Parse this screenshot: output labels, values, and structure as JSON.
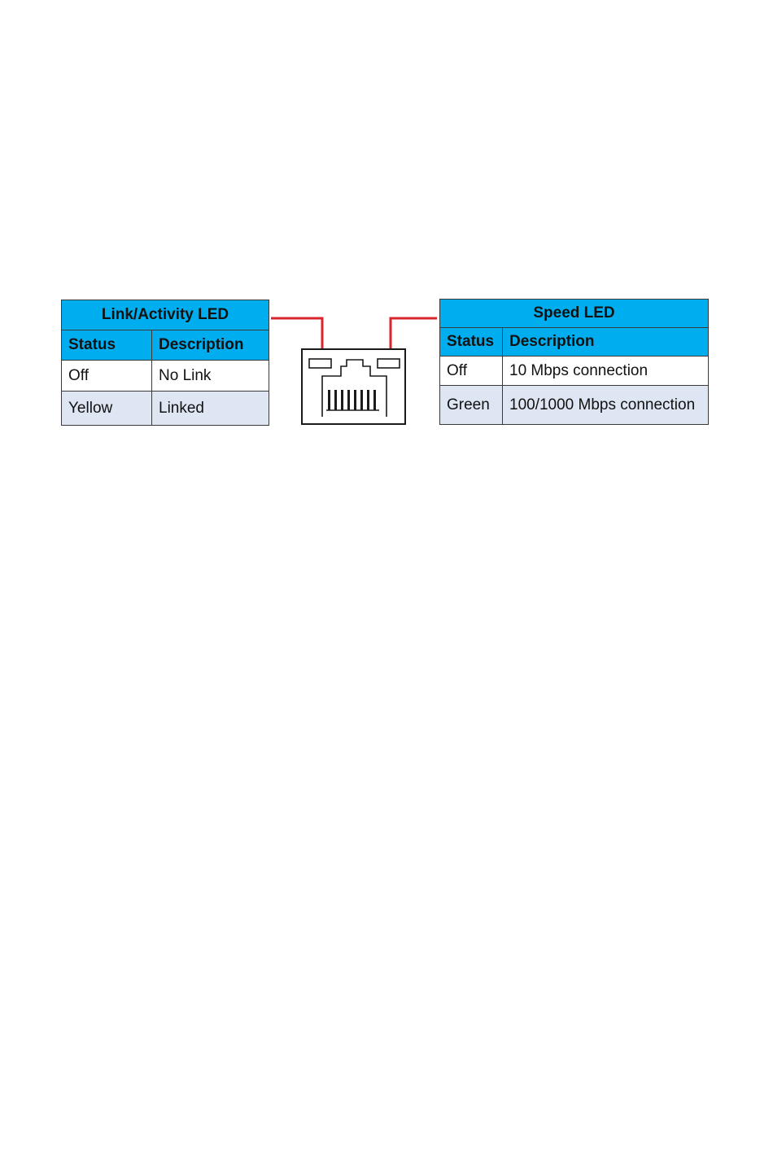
{
  "link_activity_led": {
    "title": "Link/Activity LED",
    "headers": [
      "Status",
      "Description"
    ],
    "rows": [
      [
        "Off",
        "No Link"
      ],
      [
        "Yellow",
        "Linked"
      ]
    ]
  },
  "speed_led": {
    "title": "Speed LED",
    "headers": [
      "Status",
      "Description"
    ],
    "rows": [
      [
        "Off",
        "10 Mbps connection"
      ],
      [
        "Green",
        "100/1000 Mbps connection"
      ]
    ]
  },
  "colors": {
    "table_header": "#00aeef",
    "row_alt": "#dde6f2",
    "callout_line": "#d8262c",
    "border": "#3a3a3a"
  },
  "icons": {
    "connector": "rj45-port-icon"
  }
}
